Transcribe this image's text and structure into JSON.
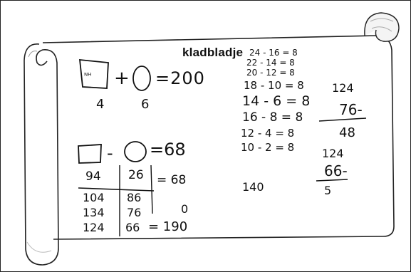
{
  "title": "kladbladje",
  "equation_sum": {
    "plus": "+",
    "equals_total": "=200",
    "square_value": "4",
    "circle_value": "6"
  },
  "equation_diff": {
    "minus": "-",
    "equals_total": "=68"
  },
  "table": {
    "rows": [
      {
        "left": "94",
        "right": "26",
        "result": "= 68"
      },
      {
        "left": "104",
        "right": "86",
        "result": ""
      },
      {
        "left": "134",
        "right": "76",
        "result": "0"
      },
      {
        "left": "124",
        "right": "66",
        "result": "= 190"
      }
    ]
  },
  "side_number": "140",
  "subtractions": [
    "24 - 16 = 8",
    "22 - 14 = 8",
    "20 - 12 = 8",
    "18 - 10 = 8",
    "14 - 6 = 8",
    "16 - 8 = 8",
    "12 - 4 = 8",
    "10 - 2 = 8"
  ],
  "column_calc_1": {
    "top": "124",
    "sub": "76-",
    "result": "48"
  },
  "column_calc_2": {
    "top": "124",
    "sub": "66-",
    "result": "5"
  }
}
